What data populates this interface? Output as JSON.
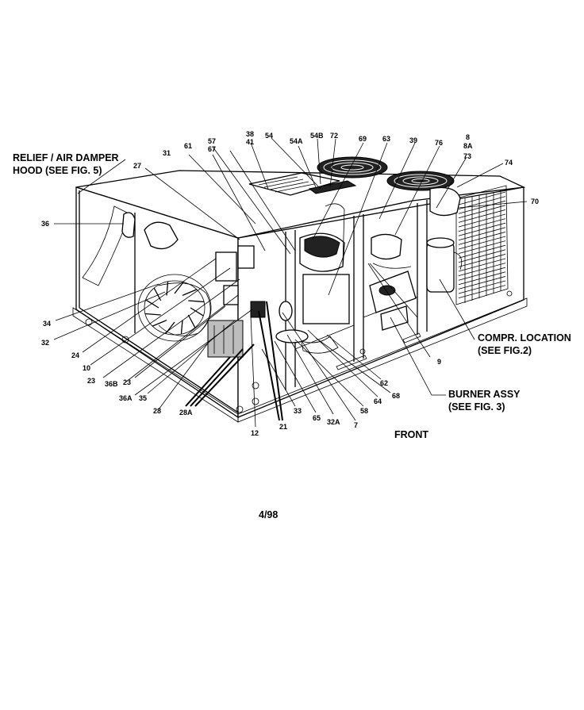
{
  "callouts": {
    "relief_line1": "RELIEF / AIR DAMPER",
    "relief_line2": "HOOD (SEE FIG. 5)",
    "compr_line1": "COMPR. LOCATION",
    "compr_line2": "(SEE FIG.2)",
    "burner_line1": "BURNER ASSY",
    "burner_line2": "(SEE FIG. 3)",
    "front": "FRONT",
    "date": "4/98"
  },
  "part_labels": {
    "p38": "38",
    "p41": "41",
    "p57": "57",
    "p67": "67",
    "p61": "61",
    "p31": "31",
    "p27": "27",
    "p54": "54",
    "p54A": "54A",
    "p54B": "54B",
    "p72": "72",
    "p69": "69",
    "p63": "63",
    "p39": "39",
    "p76": "76",
    "p8": "8",
    "p8A": "8A",
    "p73": "73",
    "p74": "74",
    "p70": "70",
    "p36": "36",
    "p34": "34",
    "p32": "32",
    "p24": "24",
    "p10": "10",
    "p23a": "23",
    "p36B": "36B",
    "p23b": "23",
    "p36A": "36A",
    "p35": "35",
    "p28": "28",
    "p28A": "28A",
    "p12": "12",
    "p21": "21",
    "p33": "33",
    "p65": "65",
    "p32A": "32A",
    "p7": "7",
    "p58": "58",
    "p64": "64",
    "p68": "68",
    "p62": "62",
    "p9": "9"
  }
}
